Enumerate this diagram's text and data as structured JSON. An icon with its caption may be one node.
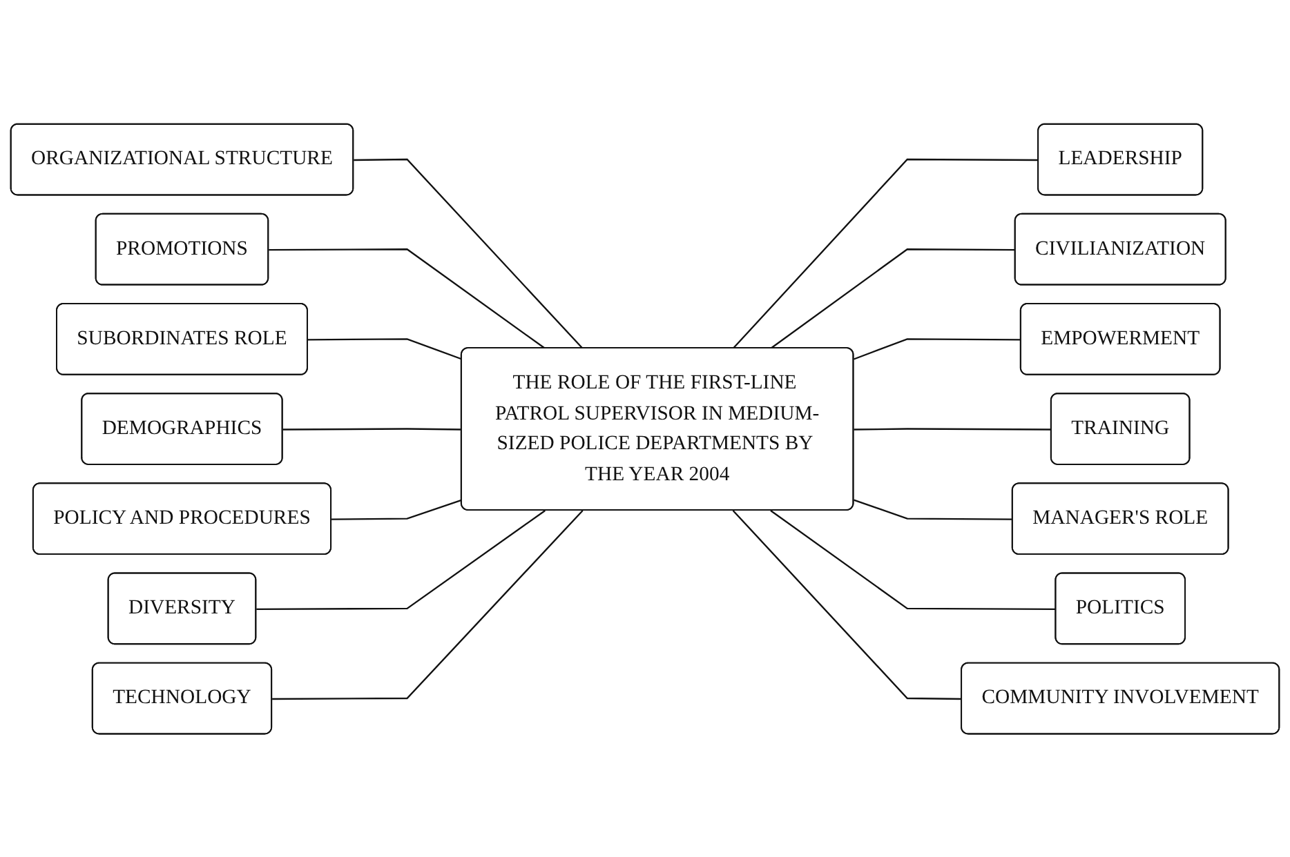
{
  "diagram": {
    "nodes": [
      {
        "text": [
          "THE ROLE OF THE FIRST-LINE PATROL SUPERVISOR IN MEDIUM-SIZED POLICE DEPARTMENTS BY THE YEAR 2004"
        ]
      },
      {
        "text": [
          "ORGANIZATIONAL STRUCTURE"
        ]
      },
      {
        "text": [
          "LEADERSHIP"
        ]
      },
      {
        "text": [
          "CIVILIANIZATION"
        ]
      },
      {
        "text": [
          "PROMOTIONS"
        ]
      },
      {
        "text": [
          "EMPOWERMENT"
        ]
      },
      {
        "text": [
          "TRAINING"
        ]
      },
      {
        "text": [
          "SUBORDINATES ROLE"
        ]
      },
      {
        "text": [
          "MANAGER'S ROLE"
        ]
      },
      {
        "text": [
          "DEMOGRAPHICS"
        ]
      },
      {
        "text": [
          "POLITICS"
        ]
      },
      {
        "text": [
          "POLICY AND PROCEDURES"
        ]
      },
      {
        "text": [
          "COMMUNITY INVOLVEMENT"
        ]
      },
      {
        "text": [
          "DIVERSITY"
        ]
      },
      {
        "text": [
          "TECHNOLOGY"
        ]
      }
    ],
    "edges": [
      {
        "from": 0,
        "to": 1,
        "arrow": "none"
      },
      {
        "from": 0,
        "to": 2,
        "arrow": "none"
      },
      {
        "from": 0,
        "to": 3,
        "arrow": "none"
      },
      {
        "from": 0,
        "to": 4,
        "arrow": "none"
      },
      {
        "from": 0,
        "to": 5,
        "arrow": "none"
      },
      {
        "from": 0,
        "to": 6,
        "arrow": "none"
      },
      {
        "from": 0,
        "to": 7,
        "arrow": "none"
      },
      {
        "from": 0,
        "to": 8,
        "arrow": "none"
      },
      {
        "from": 0,
        "to": 9,
        "arrow": "none"
      },
      {
        "from": 0,
        "to": 10,
        "arrow": "none"
      },
      {
        "from": 0,
        "to": 11,
        "arrow": "none"
      },
      {
        "from": 0,
        "to": 12,
        "arrow": "none"
      },
      {
        "from": 0,
        "to": 13,
        "arrow": "none"
      },
      {
        "from": 0,
        "to": 14,
        "arrow": "none"
      }
    ]
  }
}
